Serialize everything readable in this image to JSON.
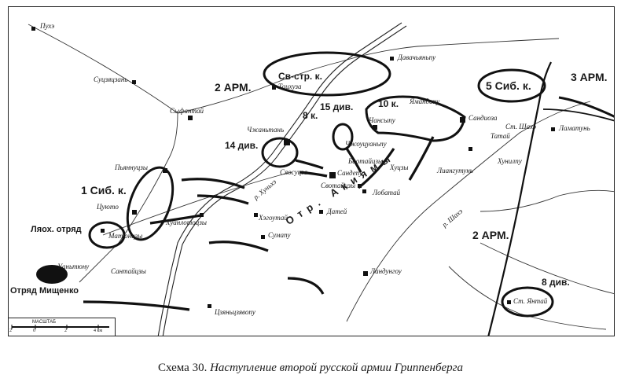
{
  "caption": {
    "number": "Схема 30.",
    "title": "Наступление второй русской армии Гриппенберга"
  },
  "scale": {
    "title": "МАСШТАБ",
    "ticks": [
      "2",
      "0",
      "2",
      "4 км"
    ]
  },
  "settlements": [
    "Пухэ",
    "Суцзяцзань",
    "Сыфантай",
    "Пьяннуцзы",
    "Цуюто",
    "Матюнцзы",
    "Уаньтюну",
    "Сантайцзы",
    "Хуанлотоцзы",
    "Сумапу",
    "Цзяньцзявопу",
    "Чжаньтань",
    "Сяосуцза",
    "Баотайцзы",
    "Сандепу",
    "Свотайцзы",
    "Хуцзы",
    "Лобатай",
    "Датей",
    "Хэгоутай",
    "Ландунгоу",
    "Чжоуцуаньпу",
    "Чансыпу",
    "Ямандапу",
    "Сандиоза",
    "Давачьяньпу",
    "Тацхуза",
    "Ст. Шахэ",
    "Татай",
    "Хунилпу",
    "Лиангутунь",
    "Ламатунь",
    "Ст. Янтай"
  ],
  "units": [
    "2 АРМ.",
    "Св-стр. к.",
    "15 див.",
    "10 к.",
    "5 Сиб. к.",
    "3 АРМ.",
    "8 к.",
    "14 див.",
    "1 Сиб. к.",
    "Ляох. отряд",
    "Отряд Мищенко",
    "2 АРМ.",
    "8 див."
  ],
  "terrain": {
    "ridge": "Отр. Акиямы",
    "river_hunhe": "р. Хуньхэ",
    "river_shahe": "р. Шахэ"
  }
}
